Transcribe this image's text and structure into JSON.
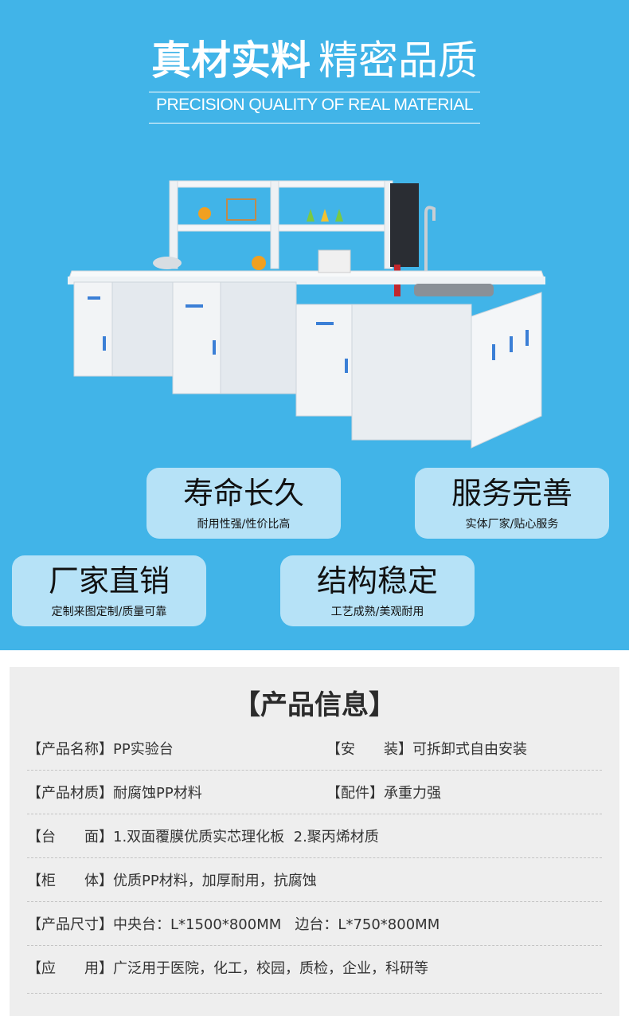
{
  "header": {
    "title_bold": "真材实料",
    "title_light": "精密品质",
    "subtitle": "PRECISION QUALITY OF REAL MATERIAL"
  },
  "features": [
    {
      "title": "寿命长久",
      "subtitle": "耐用性强/性价比高"
    },
    {
      "title": "服务完善",
      "subtitle": "实体厂家/贴心服务"
    },
    {
      "title": "厂家直销",
      "subtitle": "定制来图定制/质量可靠"
    },
    {
      "title": "结构稳定",
      "subtitle": "工艺成熟/美观耐用"
    }
  ],
  "info": {
    "title": "【产品信息】",
    "rows": [
      {
        "left": "【产品名称】PP实验台",
        "right": "【安　　装】可拆卸式自由安装"
      },
      {
        "left": "【产品材质】耐腐蚀PP材料",
        "right": "【配件】承重力强"
      },
      {
        "left": "【台　　面】1.双面覆膜优质实芯理化板  2.聚丙烯材质"
      },
      {
        "left": "【柜　　体】优质PP材料，加厚耐用，抗腐蚀"
      },
      {
        "left": "【产品尺寸】中央台：L*1500*800MM   边台：L*750*800MM"
      },
      {
        "left": "【应　　用】广泛用于医院，化工，校园，质检，企业，科研等"
      }
    ]
  },
  "colors": {
    "hero_bg": "#41b4e8",
    "card_bg": "#b6e2f7",
    "info_bg": "#eeeeee"
  }
}
